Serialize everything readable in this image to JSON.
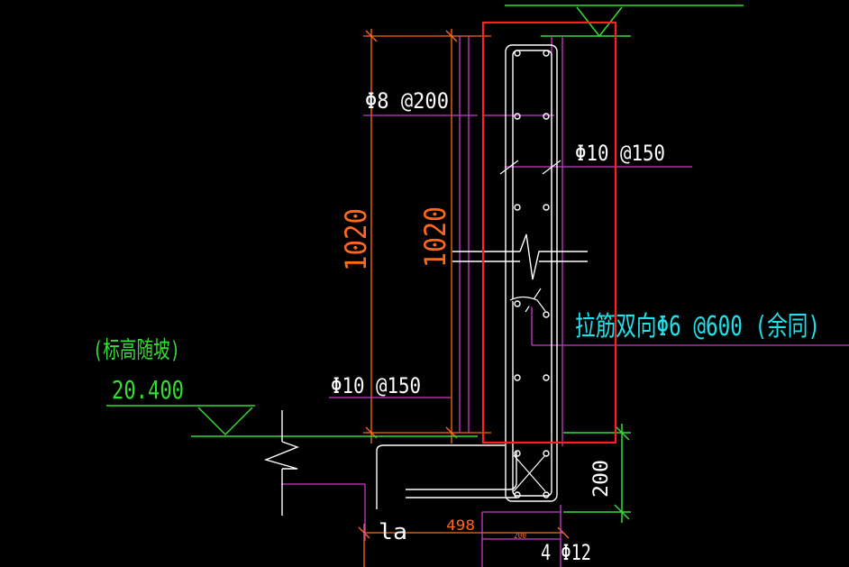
{
  "labels": {
    "rebar_phi8_200": "Φ8 @200",
    "rebar_phi10_150_right": "Φ10 @150",
    "rebar_phi10_150_left": "Φ10 @150",
    "dim_1020_outer": "1020",
    "dim_1020_inner": "1020",
    "tie_note": "拉筋双向Φ6 @600 (余同)",
    "elevation_note": "(标高随坡)",
    "elevation_value": "20.400",
    "dim_200_right": "200",
    "dim_498": "498",
    "dim_200_small": "200",
    "anchor_la": "la",
    "bottom_bars": "4 Φ12"
  },
  "colors": {
    "background": "#000000",
    "orange": "#ff6a1a",
    "magenta": "#c83cc8",
    "green": "#33dd33",
    "red": "#ff2020",
    "white": "#ffffff",
    "cyan": "#22e0e8"
  }
}
